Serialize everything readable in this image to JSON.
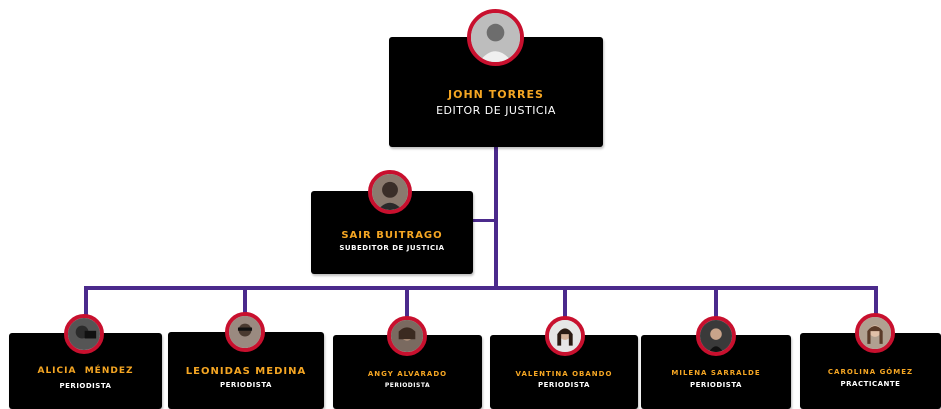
{
  "colors": {
    "card_bg": "#000000",
    "name": "#f5a623",
    "role": "#ffffff",
    "connector": "#4b2a8c",
    "avatar_ring": "#c8102e"
  },
  "head": {
    "name": "JOHN TORRES",
    "role": "EDITOR DE JUSTICIA",
    "avatar_icon": "person-photo-icon"
  },
  "deputy": {
    "name": "SAIR BUITRAGO",
    "role": "SUBEDITOR DE JUSTICIA",
    "avatar_icon": "person-photo-icon"
  },
  "team": [
    {
      "name": "ALICIA  MÉNDEZ",
      "role": "PERIODISTA"
    },
    {
      "name": "LEONIDAS MEDINA",
      "role": "PERIODISTA"
    },
    {
      "name": "ANGY ALVARADO",
      "role": "PERIODISTA"
    },
    {
      "name": "VALENTINA OBANDO",
      "role": "PERIODISTA"
    },
    {
      "name": "MILENA SARRALDE",
      "role": "PERIODISTA"
    },
    {
      "name": "CAROLINA GÓMEZ",
      "role": "PRACTICANTE"
    }
  ]
}
